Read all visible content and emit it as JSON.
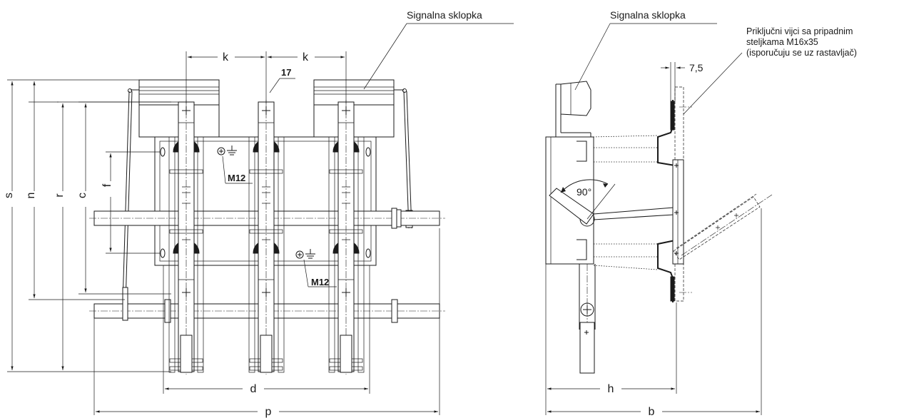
{
  "labels": {
    "signal_switch_front": "Signalna sklopka",
    "signal_switch_side": "Signalna sklopka",
    "terminal_note": [
      "Priključni vijci sa pripadnim",
      "steljkama M16x35",
      "(isporučuju se uz rastavljač)"
    ],
    "bolt_top": "M12",
    "bolt_bottom": "M12",
    "blade_width": "17",
    "angle": "90°",
    "thickness": "7,5"
  },
  "dimensions": {
    "k_left": "k",
    "k_right": "k",
    "s": "s",
    "n": "n",
    "r": "r",
    "c": "c",
    "f": "f",
    "d": "d",
    "p": "p",
    "h": "h",
    "b": "b"
  },
  "colors": {
    "line": "#1a1a1a",
    "background": "#ffffff"
  }
}
